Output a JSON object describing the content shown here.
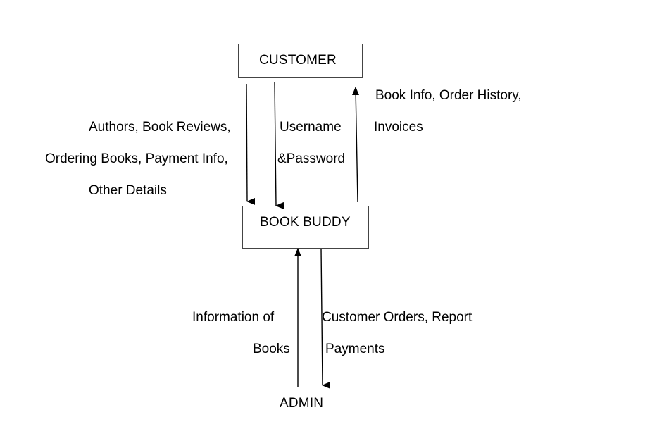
{
  "nodes": {
    "customer": "CUSTOMER",
    "book_buddy": "BOOK BUDDY",
    "admin": "ADMIN"
  },
  "flows": {
    "customer_to_system": {
      "line1": "Authors, Book Reviews,",
      "line2": "Ordering Books, Payment Info,",
      "line3": "Other Details"
    },
    "credentials": {
      "line1": "Username",
      "line2": "&Password"
    },
    "system_to_customer": {
      "line1": "Book Info, Order History,",
      "line2": "Invoices"
    },
    "admin_to_system": {
      "line1": "Information of",
      "line2": "Books"
    },
    "system_to_admin": {
      "line1": "Customer Orders, Report",
      "line2": "Payments"
    }
  }
}
